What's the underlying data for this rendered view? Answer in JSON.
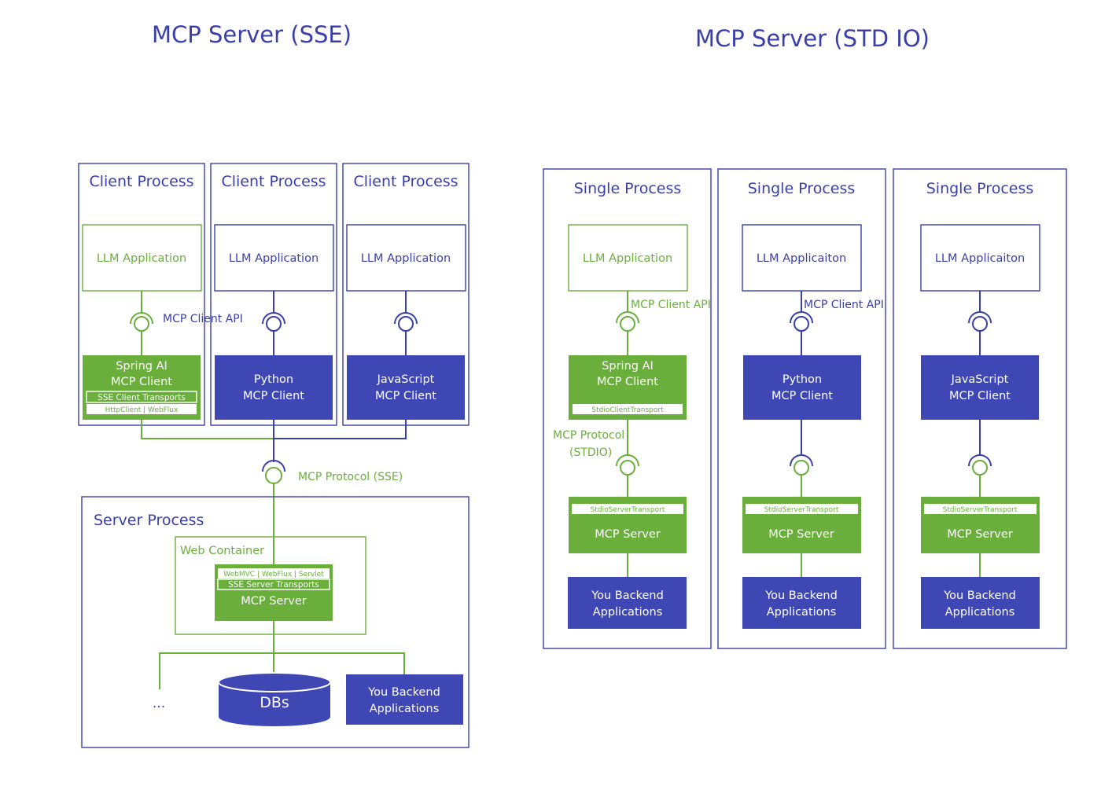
{
  "colors": {
    "blue": "#3f47b5",
    "green": "#6aae3c",
    "outline_blue": "#3a3fa8",
    "outline_green": "#6aae3c"
  },
  "sse": {
    "title": "MCP Server (SSE)",
    "client_process_label": "Client Process",
    "clients": [
      {
        "app": "LLM Application",
        "client_line1": "Spring AI",
        "client_line2": "MCP Client",
        "transport": "SSE Client Transports",
        "transport_sub": "HttpClient | WebFlux"
      },
      {
        "app": "LLM Application",
        "client_line1": "Python",
        "client_line2": "MCP Client"
      },
      {
        "app": "LLM Application",
        "client_line1": "JavaScript",
        "client_line2": "MCP Client"
      }
    ],
    "client_api_label": "MCP Client API",
    "protocol_label": "MCP Protocol (SSE)",
    "server_process_label": "Server Process",
    "web_container_label": "Web Container",
    "server_sub": "WebMVC | WebFlux | Servlet",
    "server_transport": "SSE Server Transports",
    "server_label": "MCP Server",
    "ellipsis": "...",
    "db_label": "DBs",
    "backend_line1": "You Backend",
    "backend_line2": "Applications"
  },
  "stdio": {
    "title": "MCP Server (STD IO)",
    "single_process_label": "Single Process",
    "columns": [
      {
        "app": "LLM Application",
        "client_line1": "Spring AI",
        "client_line2": "MCP Client",
        "client_transport": "StdioClientTransport",
        "api_label": "MCP Client API"
      },
      {
        "app": "LLM Applicaiton",
        "client_line1": "Python",
        "client_line2": "MCP Client",
        "api_label": "MCP Client API"
      },
      {
        "app": "LLM Applicaiton",
        "client_line1": "JavaScript",
        "client_line2": "MCP Client"
      }
    ],
    "protocol_line1": "MCP Protocol",
    "protocol_line2": "(STDIO)",
    "server_transport": "StdioServerTransport",
    "server_label": "MCP Server",
    "backend_line1": "You Backend",
    "backend_line2": "Applications"
  }
}
